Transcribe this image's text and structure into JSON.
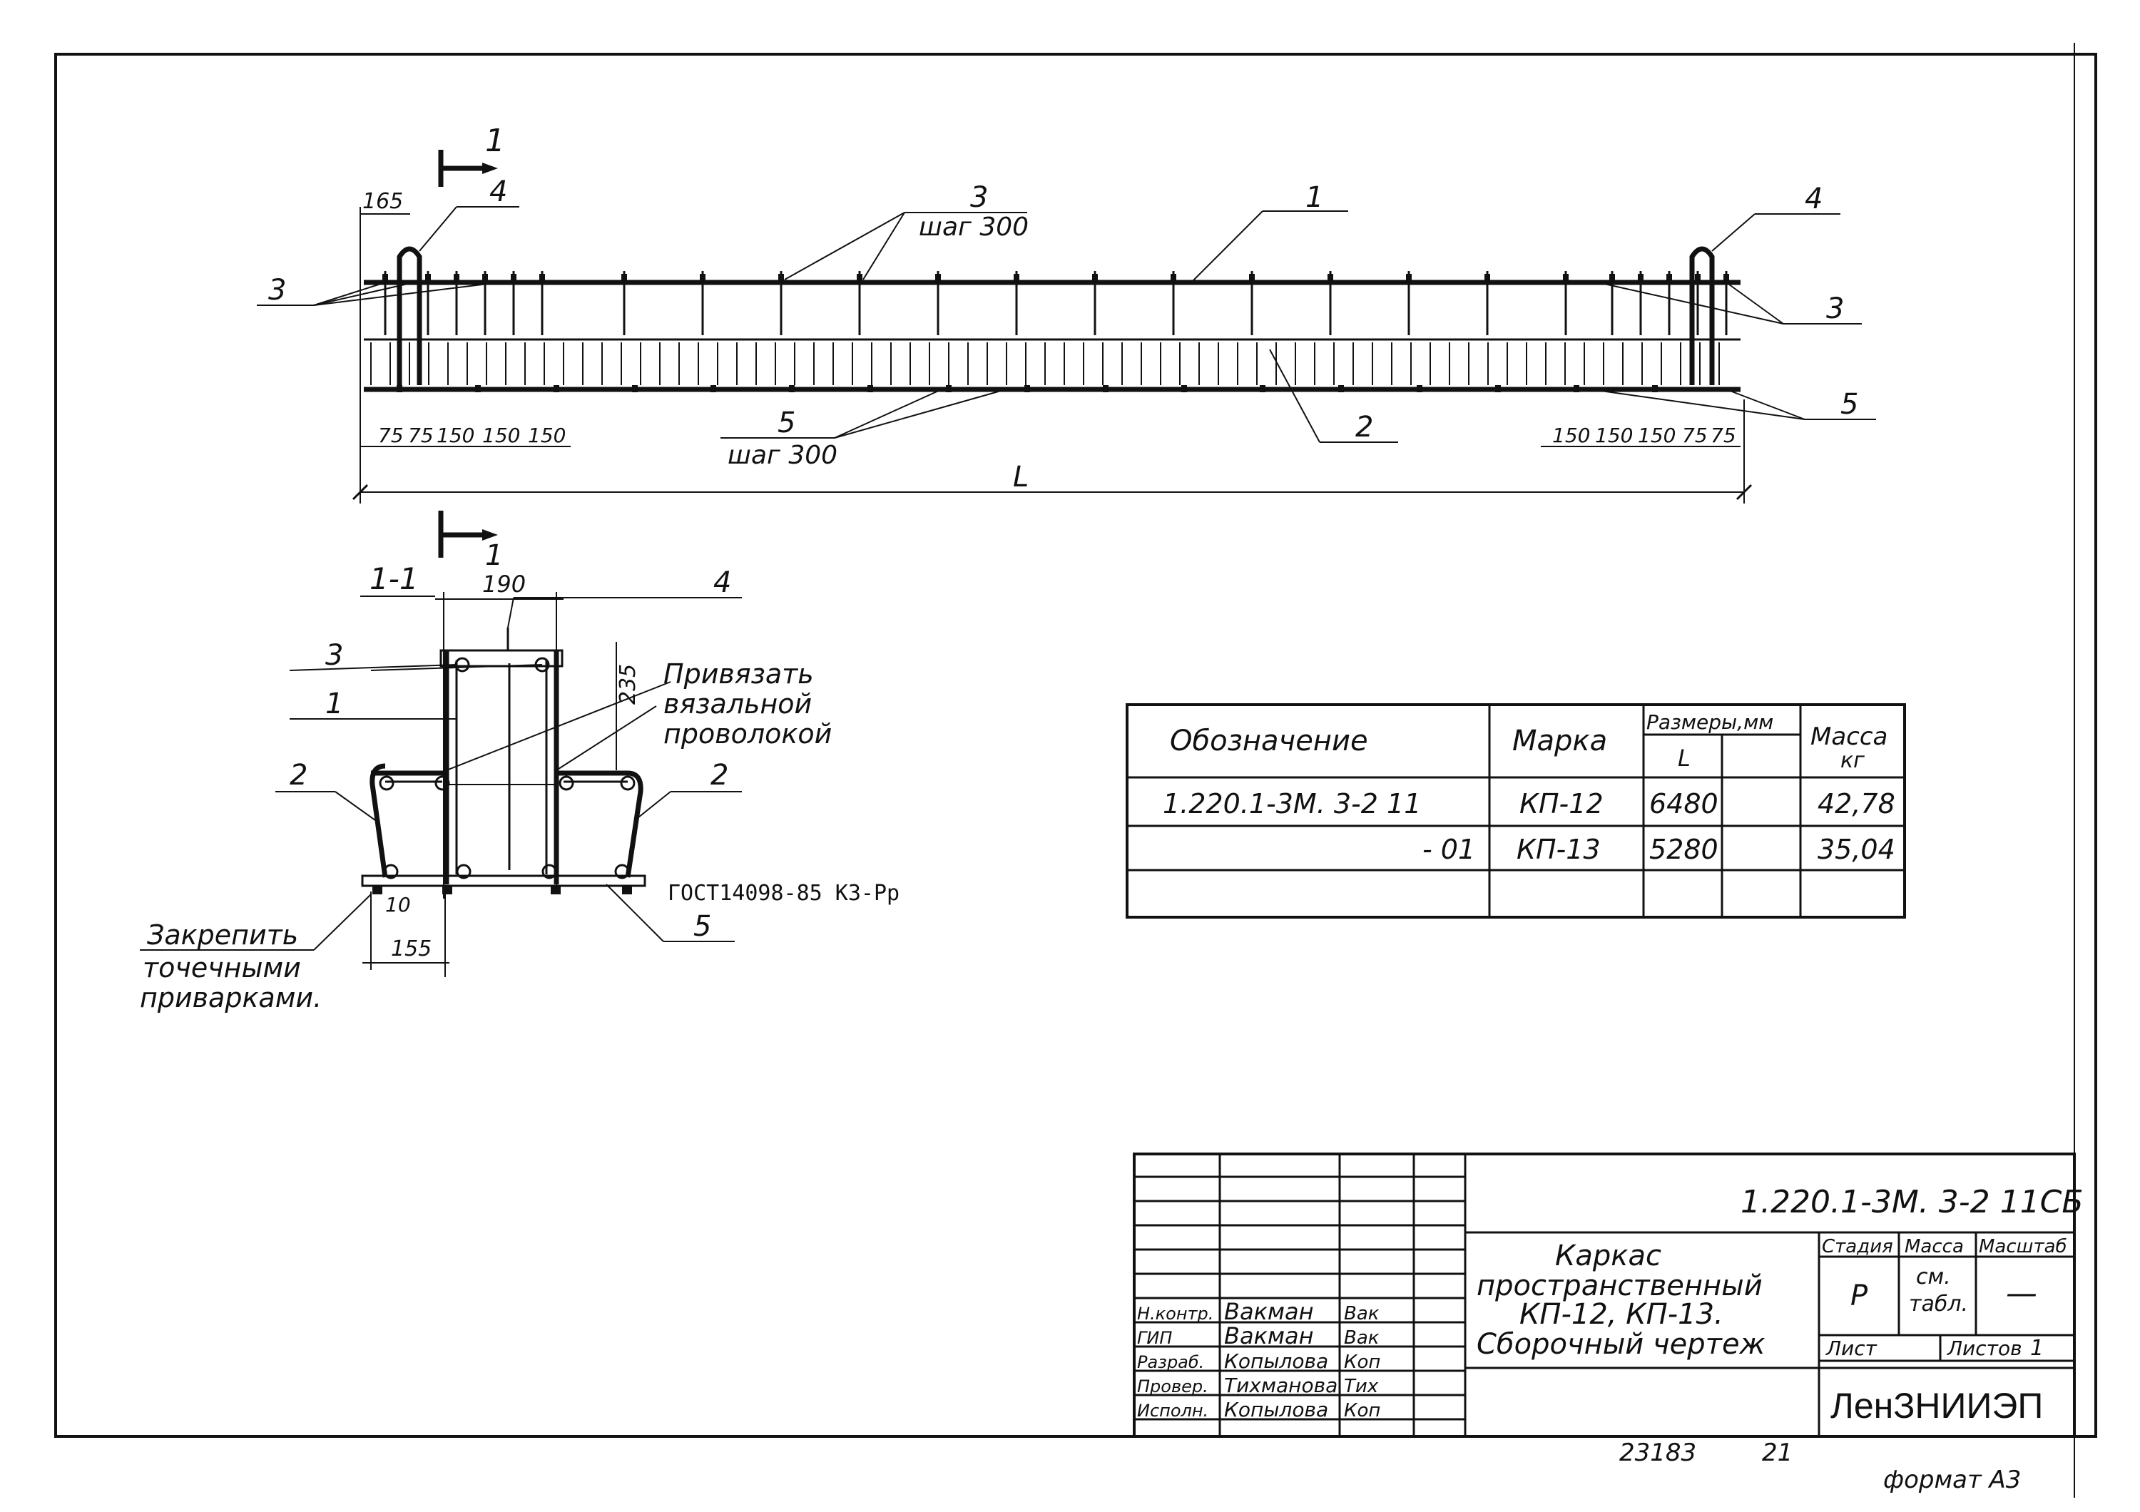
{
  "elevation": {
    "section_mark": "1",
    "dim_end": "165",
    "dims_left": [
      "75",
      "75",
      "150",
      "150",
      "150"
    ],
    "dims_right": [
      "150",
      "150",
      "150",
      "75",
      "75"
    ],
    "overall_dim": "L",
    "callouts": {
      "top_bar": "1",
      "bottom_bar": "2",
      "stirrups": "3",
      "stirrups_top": "3",
      "stirrups_step": "шаг 300",
      "hook_left": "4",
      "hook_right": "4",
      "bottom_rods": "5",
      "bottom_rods_step": "шаг 300",
      "right_3": "3",
      "right_5": "5"
    }
  },
  "section": {
    "title": "1-1",
    "mark": "1",
    "dim_width": "190",
    "dim_height": "235",
    "dim_10": "10",
    "dim_155": "155",
    "callouts": {
      "c1": "1",
      "c2_left": "2",
      "c2_right": "2",
      "c3": "3",
      "c4": "4",
      "c5": "5"
    },
    "note_tie": [
      "Привязать",
      "вязальной",
      "проволокой"
    ],
    "note_weld": [
      "Закрепить",
      "точечными",
      "приварками."
    ],
    "gost": "ГОСТ14098-85 К3-Рр"
  },
  "spec_table": {
    "headers": {
      "designation": "Обозначение",
      "mark": "Марка",
      "dims": "Размеры,мм",
      "L": "L",
      "mass": "Масса",
      "mass_unit": "кг"
    },
    "rows": [
      {
        "designation": "1.220.1-3М. 3-2 11",
        "mark": "КП-12",
        "L": "6480",
        "extra": "",
        "mass": "42,78"
      },
      {
        "designation": "- 01",
        "mark": "КП-13",
        "L": "5280",
        "extra": "",
        "mass": "35,04"
      },
      {
        "designation": "",
        "mark": "",
        "L": "",
        "extra": "",
        "mass": ""
      }
    ]
  },
  "title_block": {
    "code": "1.220.1-3М. 3-2 11СБ",
    "title_lines": [
      "Каркас",
      "пространственный",
      "КП-12, КП-13.",
      "Сборочный чертеж"
    ],
    "stage_label": "Стадия",
    "mass_label": "Масса",
    "scale_label": "Масштаб",
    "stage": "Р",
    "mass_value": [
      "см.",
      "табл."
    ],
    "scale_value": "—",
    "sheet_label": "Лист",
    "sheets_label": "Листов",
    "sheets_value": "1",
    "org": "ЛенЗНИИЭП",
    "people": [
      {
        "role": "Н.контр.",
        "name": "Вакман",
        "sign": "Вак"
      },
      {
        "role": "ГИП",
        "name": "Вакман",
        "sign": "Вак"
      },
      {
        "role": "Разраб.",
        "name": "Копылова",
        "sign": "Коп"
      },
      {
        "role": "Провер.",
        "name": "Тихманова",
        "sign": "Тих"
      },
      {
        "role": "Исполн.",
        "name": "Копылова",
        "sign": "Коп"
      }
    ]
  },
  "footer": {
    "inventory": "23183",
    "sheet_no": "21",
    "format": "формат А3"
  }
}
